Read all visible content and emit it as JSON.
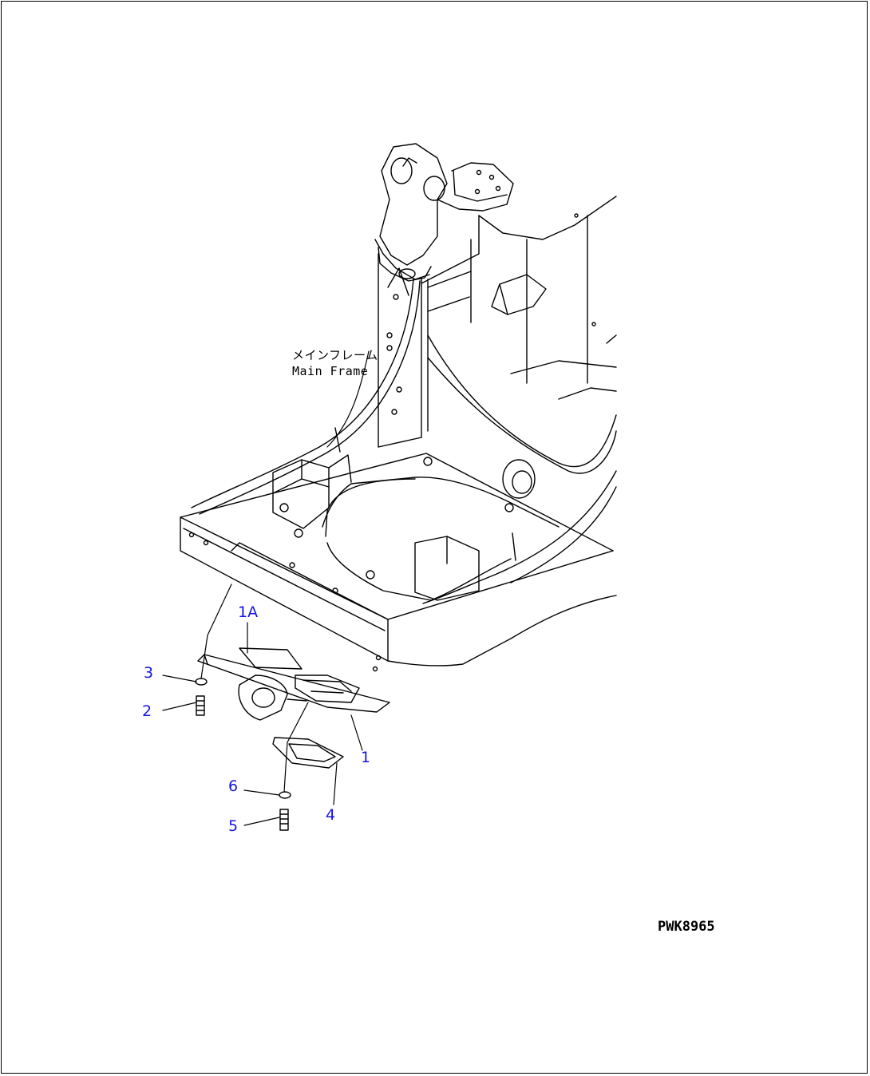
{
  "diagram": {
    "frame_label_jp": "メインフレーム",
    "frame_label_en": "Main Frame",
    "figure_id": "PWK8965",
    "callouts": {
      "c1a": "1A",
      "c1": "1",
      "c2": "2",
      "c3": "3",
      "c4": "4",
      "c5": "5",
      "c6": "6"
    },
    "colors": {
      "callout": "#1515e0",
      "line": "#000000",
      "background": "#ffffff"
    }
  }
}
